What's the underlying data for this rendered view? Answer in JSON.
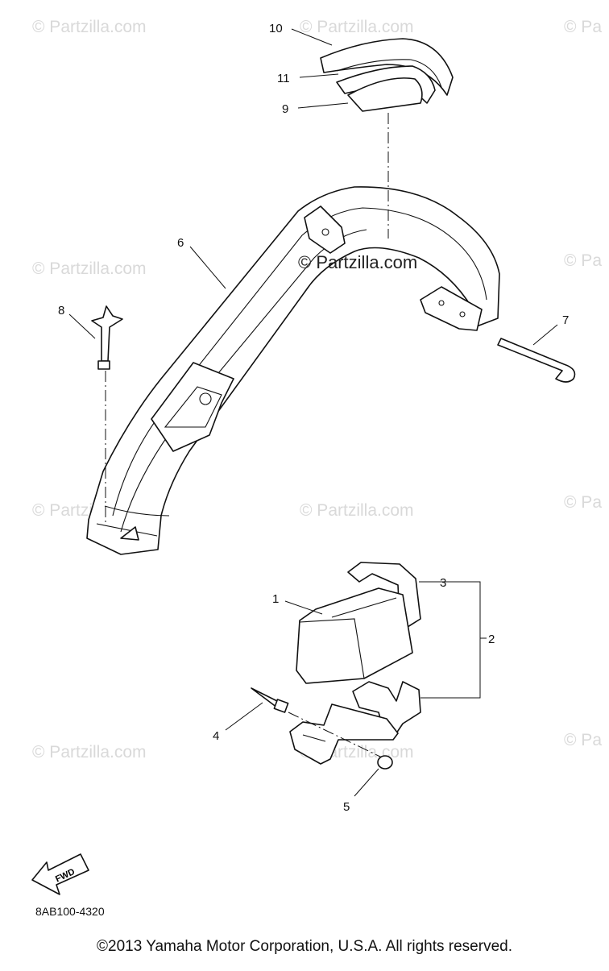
{
  "watermark": "© Partzilla.com",
  "watermark_short": "© Pa",
  "center_watermark": "© Partzilla.com",
  "callouts": {
    "c1": "1",
    "c2": "2",
    "c3": "3",
    "c4": "4",
    "c5": "5",
    "c6": "6",
    "c7": "7",
    "c8": "8",
    "c9": "9",
    "c10": "10",
    "c11": "11"
  },
  "fwd_label": "FWD",
  "diagram_code": "8AB100-4320",
  "copyright": "©2013  Yamaha Motor Corporation, U.S.A. All rights reserved."
}
